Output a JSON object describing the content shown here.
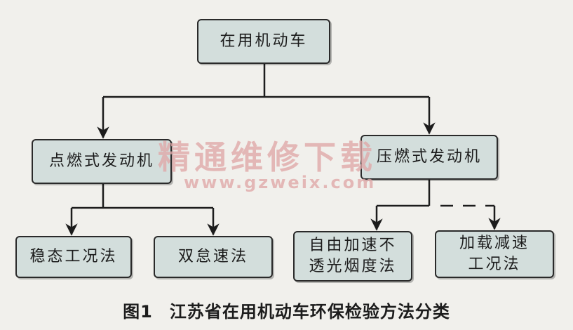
{
  "diagram": {
    "nodes": {
      "root": "在用机动车",
      "spark": "点燃式发动机",
      "compression": "压燃式发动机",
      "steady": "稳态工况法",
      "idle": "双怠速法",
      "free_accel": "自由加速不\n透光烟度法",
      "loaded_decel": "加载减速\n工况法"
    },
    "edges": [
      {
        "from": "root",
        "to": "spark"
      },
      {
        "from": "root",
        "to": "compression"
      },
      {
        "from": "spark",
        "to": "steady"
      },
      {
        "from": "spark",
        "to": "idle"
      },
      {
        "from": "compression",
        "to": "free_accel"
      },
      {
        "from": "compression",
        "to": "loaded_decel",
        "style": "dashed"
      }
    ]
  },
  "caption": {
    "number": "图1",
    "text": "江苏省在用机动车环保检验方法分类"
  },
  "watermark": {
    "cn": "精通维修下载",
    "url": "www.gzweix.com"
  }
}
